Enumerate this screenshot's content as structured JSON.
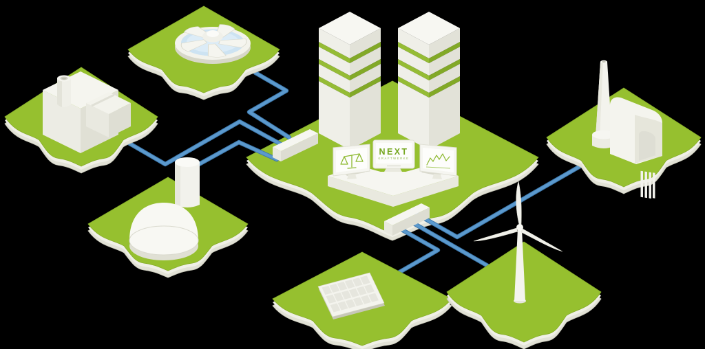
{
  "meta": {
    "description": "Isometric illustration of a virtual power plant: distributed energy islands linked by grid lines to a central control platform"
  },
  "brand": {
    "logo_title": "NEXT",
    "logo_subtitle": "KRAFTWERKE"
  },
  "colors": {
    "background": "#000000",
    "island_green": "#96c02f",
    "island_green_edge": "#86ad29",
    "connection_blue": "#5b99cd",
    "connection_blue_dark": "#3c77ab",
    "white_bright": "#f6f6f1",
    "white_mid": "#e9e9df",
    "white_shadow": "#ddddd2",
    "tower_green_light": "#95bc34",
    "tower_green_dark": "#82a927",
    "logo_green": "#74a61e",
    "icon_green": "#8cb82e",
    "water_blue": "#cde3f2"
  },
  "nodes": [
    {
      "id": "hydro",
      "name": "hydro-power-island"
    },
    {
      "id": "factory",
      "name": "factory-island"
    },
    {
      "id": "biogas",
      "name": "biogas-plant-island"
    },
    {
      "id": "control",
      "name": "control-center-platform"
    },
    {
      "id": "power-plant",
      "name": "power-plant-island"
    },
    {
      "id": "solar",
      "name": "solar-panel-island"
    },
    {
      "id": "wind",
      "name": "wind-turbine-island"
    }
  ],
  "monitors": [
    {
      "icon": "balance-scale-icon"
    },
    {
      "icon": "next-kraftwerke-logo"
    },
    {
      "icon": "line-chart-icon"
    }
  ]
}
